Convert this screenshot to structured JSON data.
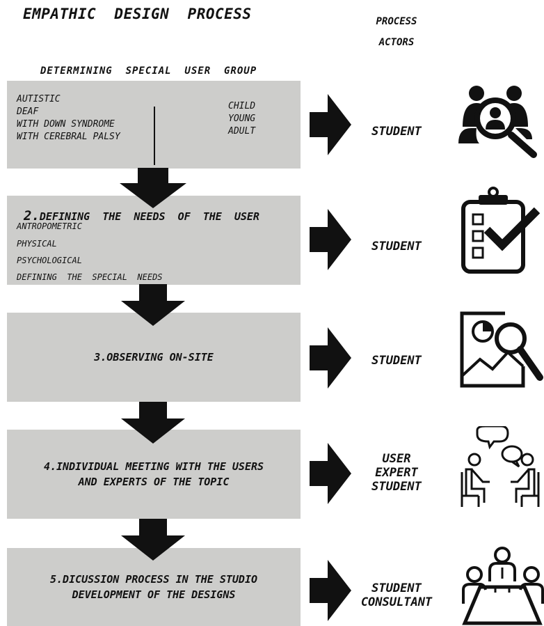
{
  "header": {
    "title": "EMPATHIC  DESIGN  PROCESS",
    "actors_title_line1": "PROCESS",
    "actors_title_line2": "ACTORS"
  },
  "step1": {
    "heading": "DETERMINING  SPECIAL  USER  GROUP",
    "groups": [
      "AUTISTIC",
      "DEAF",
      "WITH DOWN SYNDROME",
      "WITH CEREBRAL PALSY"
    ],
    "ages": [
      "CHILD",
      "YOUNG",
      "ADULT"
    ],
    "actor": "STUDENT",
    "icon": "user-search-icon"
  },
  "step2": {
    "number": "2.",
    "title": "DEFINING  THE  NEEDS  OF  THE  USER",
    "items": [
      "ANTROPOMETRIC",
      "PHYSICAL",
      "PSYCHOLOGICAL",
      "DEFINING  THE  SPECIAL  NEEDS"
    ],
    "actor": "STUDENT",
    "icon": "checklist-clipboard-icon"
  },
  "step3": {
    "title": "3.OBSERVING ON-SITE",
    "actor": "STUDENT",
    "icon": "image-search-icon"
  },
  "step4": {
    "title_line1": "4.INDIVIDUAL MEETING WITH THE USERS",
    "title_line2": "AND EXPERTS OF THE TOPIC",
    "actors": [
      "USER",
      "EXPERT",
      "STUDENT"
    ],
    "icon": "conversation-icon"
  },
  "step5": {
    "title_line1": "5.DICUSSION PROCESS IN THE STUDIO",
    "title_line2": "DEVELOPMENT OF THE DESIGNS",
    "actors": [
      "STUDENT",
      "CONSULTANT"
    ],
    "icon": "meeting-table-icon"
  },
  "colors": {
    "box": "#cdcdcb",
    "ink": "#111111"
  }
}
